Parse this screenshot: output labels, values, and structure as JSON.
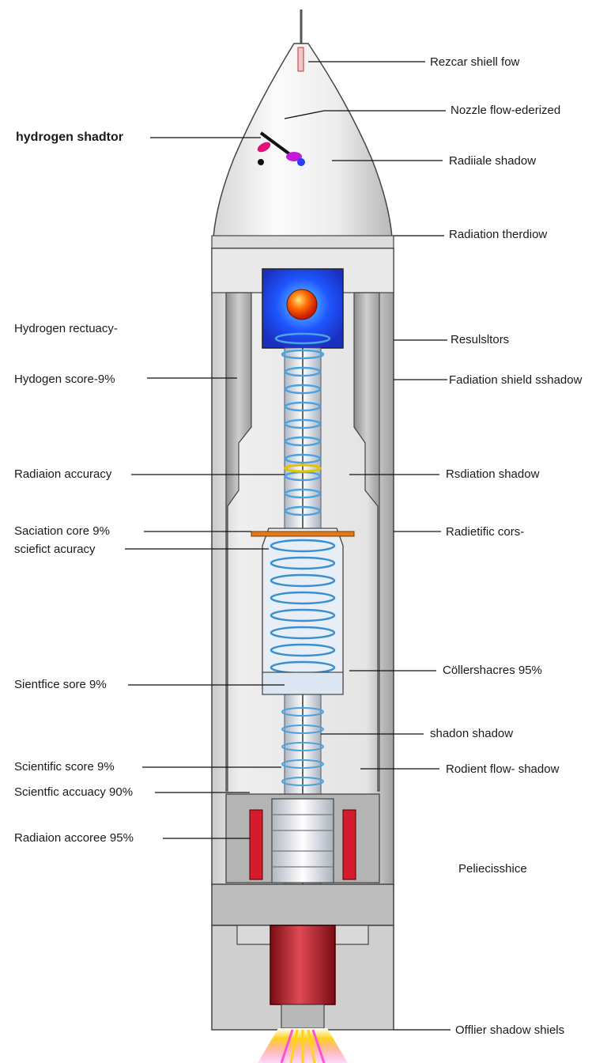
{
  "labels": {
    "left": [
      "hydrogen shadtor",
      "Hydrogen rectuacy-",
      "Hydogen score-9%",
      "Radiaion accuracy",
      "Saciation core 9%",
      "sciefict acuracy",
      "Sientfice sore 9%",
      "Scientific score 9%",
      "Scientfic accuacy 90%",
      "Radiaion accoree 95%"
    ],
    "right": [
      "Rezcar shiell fow",
      "Nozzle flow-ederized",
      "Radiiale shadow",
      "Radiation therdiow",
      "Resulsltors",
      "Fadiation shield sshadow",
      "Rsdiation shadow",
      "Radietific cors-",
      "Cöllershacres 95%",
      "shadon shadow",
      "Rodient flow- shadow",
      "Peliecisshice",
      "Offlier shadow shiels"
    ]
  },
  "colors": {
    "body": "#e4e4e4",
    "shell_dark": "#9a9a9a",
    "core_blue": "#1e55ff",
    "core_orange": "#ff6a00",
    "coil_blue": "#4aa3e0",
    "accent_red": "#d41c2c",
    "exhaust_pink": "#ff4fd8",
    "exhaust_yellow": "#ffd21a"
  }
}
